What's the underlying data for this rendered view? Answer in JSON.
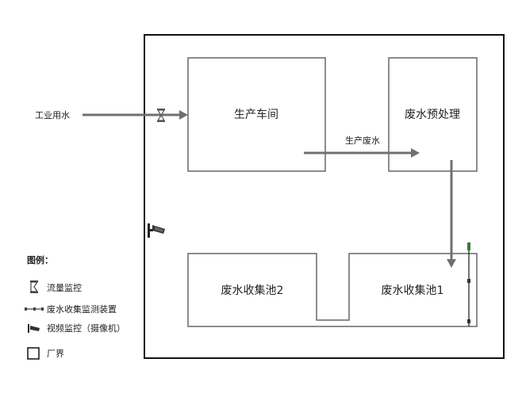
{
  "boxes": {
    "workshop": "生产车间",
    "pretreatment": "废水预处理",
    "pool2": "废水收集池2",
    "pool1": "废水收集池1"
  },
  "flows": {
    "industrial_water": "工业用水",
    "production_wastewater": "生产废水"
  },
  "legend": {
    "title": "图例：",
    "items": [
      {
        "icon": "hourglass-icon",
        "label": "流量监控"
      },
      {
        "icon": "sensor-rod-icon",
        "label": "废水收集监测装置"
      },
      {
        "icon": "camera-icon",
        "label": "视频监控（摄像机）"
      },
      {
        "icon": "square-outline-icon",
        "label": "厂界"
      }
    ]
  },
  "colors": {
    "box_stroke": "#666666",
    "boundary_stroke": "#111111",
    "arrow": "#707070",
    "sensor_green": "#3a7a3a"
  }
}
